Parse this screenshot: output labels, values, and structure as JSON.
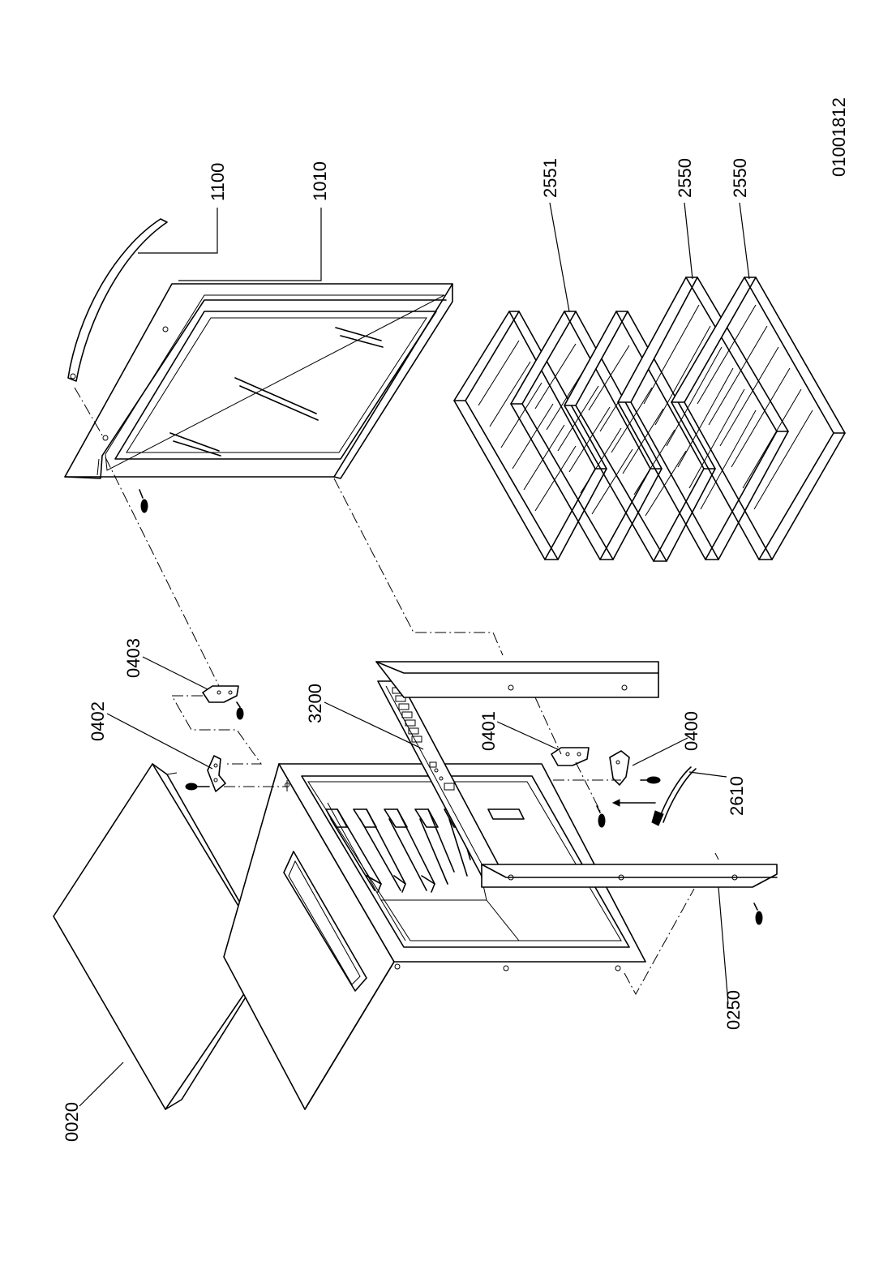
{
  "drawing": {
    "drawing_number": "01001812",
    "labels": {
      "p0020": "0020",
      "p0250": "0250",
      "p0400": "0400",
      "p0401": "0401",
      "p0402": "0402",
      "p0403": "0403",
      "p1010": "1010",
      "p1100": "1100",
      "p2550a": "2550",
      "p2550b": "2550",
      "p2551": "2551",
      "p2610": "2610",
      "p3200": "3200"
    }
  }
}
